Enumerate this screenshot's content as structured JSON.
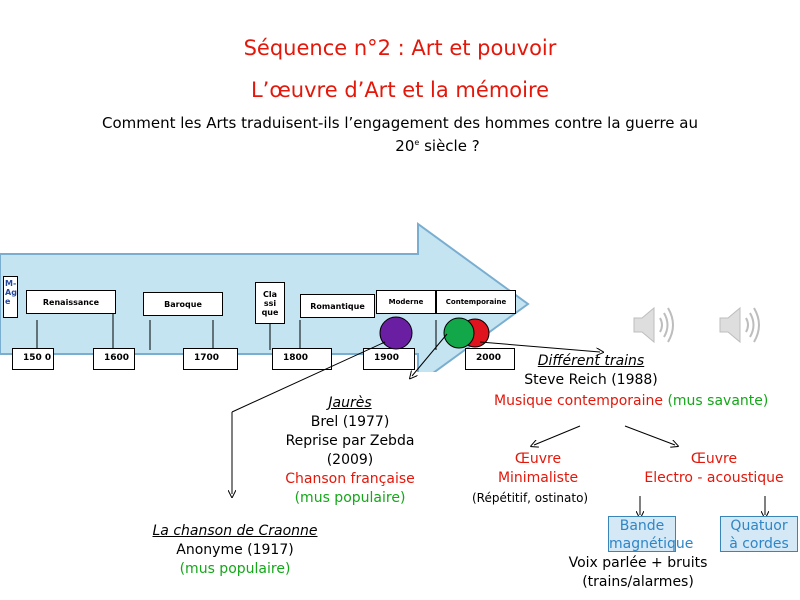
{
  "header": {
    "title": "Séquence n°2 : Art et pouvoir",
    "subtitle": "L’œuvre d’Art et la mémoire",
    "question_line1": "Comment les Arts traduisent-ils l’engagement des hommes contre la guerre au",
    "question_line2_num": "20",
    "question_line2_sup": "e",
    "question_line2_rest": "siècle ?"
  },
  "timeline": {
    "periods": [
      {
        "label": "M-Ag e"
      },
      {
        "label": "Renaissance"
      },
      {
        "label": "Baroque"
      },
      {
        "label": "Cla ssi que"
      },
      {
        "label": "Romantique"
      },
      {
        "label": "Moderne"
      },
      {
        "label": "Contemporaine"
      }
    ],
    "years": [
      "150 0",
      "1600",
      "1700",
      "1800",
      "1900",
      "2000"
    ],
    "marker_colors": {
      "purple": "#6a1fa3",
      "green": "#12a84a",
      "red": "#e0141e"
    }
  },
  "works": {
    "trains": {
      "title": "Différent trains",
      "author": "Steve Reich (1988)",
      "genre": "Musique contemporaine",
      "genre_note": "(mus savante)",
      "branch_left_1": "Œuvre",
      "branch_left_2": "Minimaliste",
      "branch_left_note": "(Répétitif, ostinato)",
      "branch_right_1": "Œuvre",
      "branch_right_2": "Electro - acoustique",
      "sub_left_1": "Bande",
      "sub_left_2": "magnétique",
      "sub_right_1": "Quatuor",
      "sub_right_2": "à cordes",
      "voice_1": "Voix parlée + bruits",
      "voice_2": "(trains/alarmes)"
    },
    "jaures": {
      "title": "Jaurès",
      "line1": "Brel (1977)",
      "line2": "Reprise par Zebda",
      "line3": "(2009)",
      "genre": "Chanson française",
      "genre_note": "(mus populaire)"
    },
    "craonne": {
      "title": "La chanson de Craonne",
      "line1": "Anonyme (1917)",
      "genre_note": "(mus populaire)"
    }
  },
  "icons": [
    "speaker-icon",
    "speaker-icon"
  ]
}
